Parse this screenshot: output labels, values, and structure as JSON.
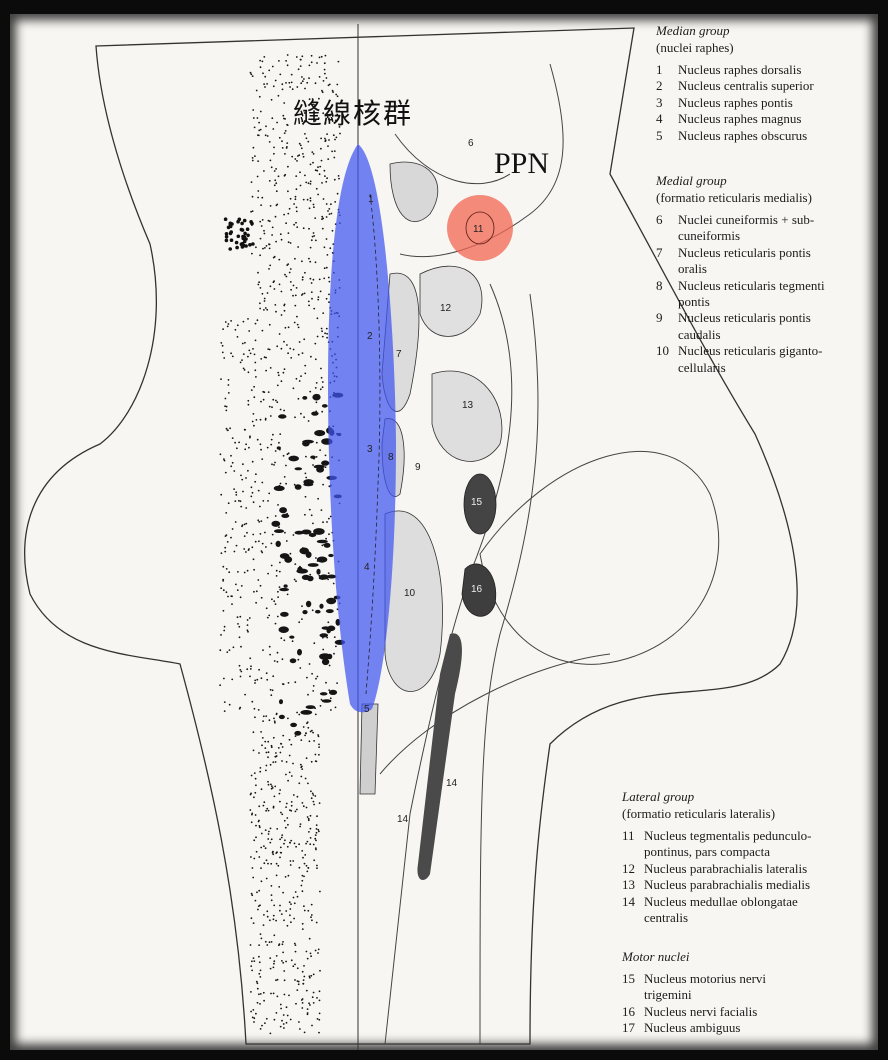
{
  "overlay": {
    "raphe_label": "縫線核群",
    "ppn_label": "PPN",
    "raphe_highlight_color": "#3f55f0",
    "ppn_highlight_color": "#f26552"
  },
  "groups": {
    "median": {
      "title": "Median group",
      "subtitle": "(nuclei raphes)",
      "items": [
        {
          "num": "1",
          "label": "Nucleus raphes dorsalis"
        },
        {
          "num": "2",
          "label": "Nucleus centralis superior"
        },
        {
          "num": "3",
          "label": "Nucleus raphes pontis"
        },
        {
          "num": "4",
          "label": "Nucleus raphes magnus"
        },
        {
          "num": "5",
          "label": "Nucleus raphes obscurus"
        }
      ]
    },
    "medial": {
      "title": "Medial group",
      "subtitle": "(formatio reticularis medialis)",
      "items": [
        {
          "num": "6",
          "label": "Nuclei cuneiformis + sub-\ncuneiformis"
        },
        {
          "num": "7",
          "label": "Nucleus reticularis pontis\noralis"
        },
        {
          "num": "8",
          "label": "Nucleus reticularis tegmenti\npontis"
        },
        {
          "num": "9",
          "label": "Nucleus reticularis pontis\ncaudalis"
        },
        {
          "num": "10",
          "label": "Nucleus reticularis giganto-\ncellularis"
        }
      ]
    },
    "lateral": {
      "title": "Lateral group",
      "subtitle": "(formatio reticularis lateralis)",
      "items": [
        {
          "num": "11",
          "label": "Nucleus tegmentalis pedunculo-\npontinus, pars compacta"
        },
        {
          "num": "12",
          "label": "Nucleus parabrachialis lateralis"
        },
        {
          "num": "13",
          "label": "Nucleus parabrachialis medialis"
        },
        {
          "num": "14",
          "label": "Nucleus medullae oblongatae\ncentralis"
        }
      ]
    },
    "motor": {
      "title": "Motor nuclei",
      "items": [
        {
          "num": "15",
          "label": "Nucleus motorius nervi\ntrigemini"
        },
        {
          "num": "16",
          "label": "Nucleus nervi facialis"
        },
        {
          "num": "17",
          "label": "Nucleus ambiguus"
        }
      ]
    }
  },
  "diagram_numbers": {
    "n1": "1",
    "n2": "2",
    "n3": "3",
    "n4": "4",
    "n5": "5",
    "n6": "6",
    "n7": "7",
    "n8": "8",
    "n9": "9",
    "n10": "10",
    "n11": "11",
    "n12": "12",
    "n13": "13",
    "n14a": "14",
    "n14b": "14",
    "n15": "15",
    "n16": "16"
  }
}
